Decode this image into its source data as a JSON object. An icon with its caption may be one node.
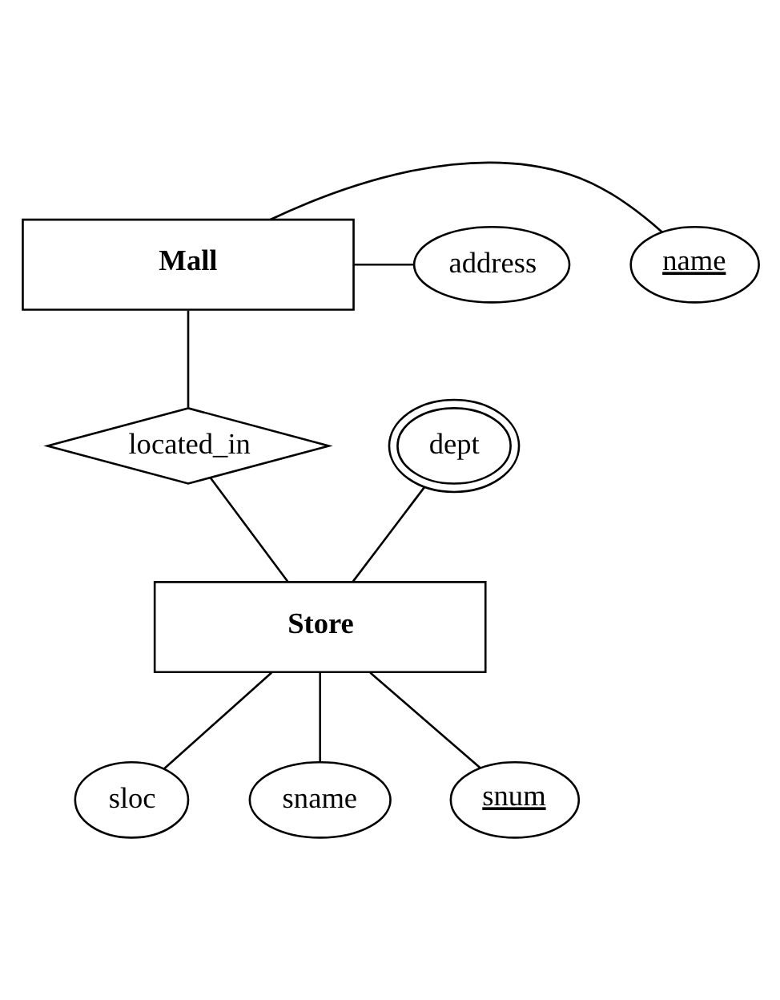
{
  "diagram": {
    "nodes": [
      {
        "text": [
          "Mall"
        ]
      },
      {
        "text": [
          "name"
        ]
      },
      {
        "text": [
          "address"
        ]
      },
      {
        "text": [
          "located_in"
        ]
      },
      {
        "text": [
          "dept"
        ]
      },
      {
        "text": [
          "Store"
        ]
      },
      {
        "text": [
          "sloc"
        ]
      },
      {
        "text": [
          "sname"
        ]
      },
      {
        "text": [
          "snum"
        ]
      }
    ],
    "edges": [
      {
        "from": 0,
        "to": 1,
        "arrow": "none"
      },
      {
        "from": 0,
        "to": 2,
        "arrow": "none"
      },
      {
        "from": 0,
        "to": 3,
        "arrow": "none"
      },
      {
        "from": 3,
        "to": 5,
        "arrow": "none"
      },
      {
        "from": 5,
        "to": 4,
        "arrow": "none"
      },
      {
        "from": 5,
        "to": 6,
        "arrow": "none"
      },
      {
        "from": 5,
        "to": 7,
        "arrow": "none"
      },
      {
        "from": 5,
        "to": 8,
        "arrow": "none"
      }
    ]
  }
}
